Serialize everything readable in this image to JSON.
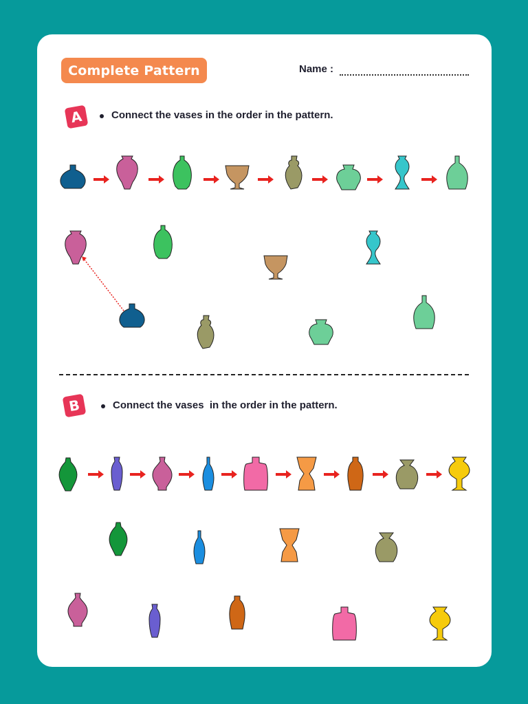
{
  "header": {
    "title": "Complete Pattern",
    "name_label": "Name :"
  },
  "section_a": {
    "badge": "A",
    "instruction": "Connect the vases in the order in the pattern.",
    "pattern": [
      "navy-round-vase-icon",
      "pink-vase-icon",
      "green-vase-icon",
      "tan-goblet-icon",
      "olive-tall-vase-icon",
      "mint-wide-vase-icon",
      "teal-slim-vase-icon",
      "mint-bottle-vase-icon"
    ],
    "scattered": [
      "pink-vase-icon",
      "green-vase-icon",
      "teal-slim-vase-icon",
      "tan-goblet-icon",
      "navy-round-vase-icon",
      "olive-tall-vase-icon",
      "mint-wide-vase-icon",
      "mint-bottle-vase-icon"
    ]
  },
  "section_b": {
    "badge": "B",
    "instruction": "Connect the vases  in the order in the pattern.",
    "pattern": [
      "green-diamond-vase-icon",
      "purple-slim-bottle-icon",
      "pink-bulb-vase-icon",
      "blue-bottle-icon",
      "pink-square-bottle-icon",
      "orange-goblet-icon",
      "orange-vase-icon",
      "olive-round-vase-icon",
      "yellow-goblet-vase-icon"
    ],
    "scattered": [
      "green-diamond-vase-icon",
      "blue-bottle-icon",
      "orange-goblet-icon",
      "olive-round-vase-icon",
      "pink-bulb-vase-icon",
      "purple-slim-bottle-icon",
      "orange-vase-icon",
      "pink-square-bottle-icon",
      "yellow-goblet-vase-icon"
    ]
  },
  "colors": {
    "background": "#069a9b",
    "card": "#ffffff",
    "title_pill": "#f4894e",
    "badge": "#e73557",
    "arrow": "#e8231f",
    "navy": "#105f8f",
    "pink": "#c9609a",
    "green": "#3cc25f",
    "tan": "#c59561",
    "olive": "#9a9a66",
    "mint": "#6dcf98",
    "teal": "#36c6cb",
    "dark_green": "#14963a",
    "purple": "#6a5ed0",
    "blue": "#1b8ee0",
    "hot_pink": "#f26aa6",
    "orange": "#f59a45",
    "burnt_orange": "#cf6716",
    "olive_b": "#9a9a66",
    "yellow": "#f6cb0c"
  }
}
